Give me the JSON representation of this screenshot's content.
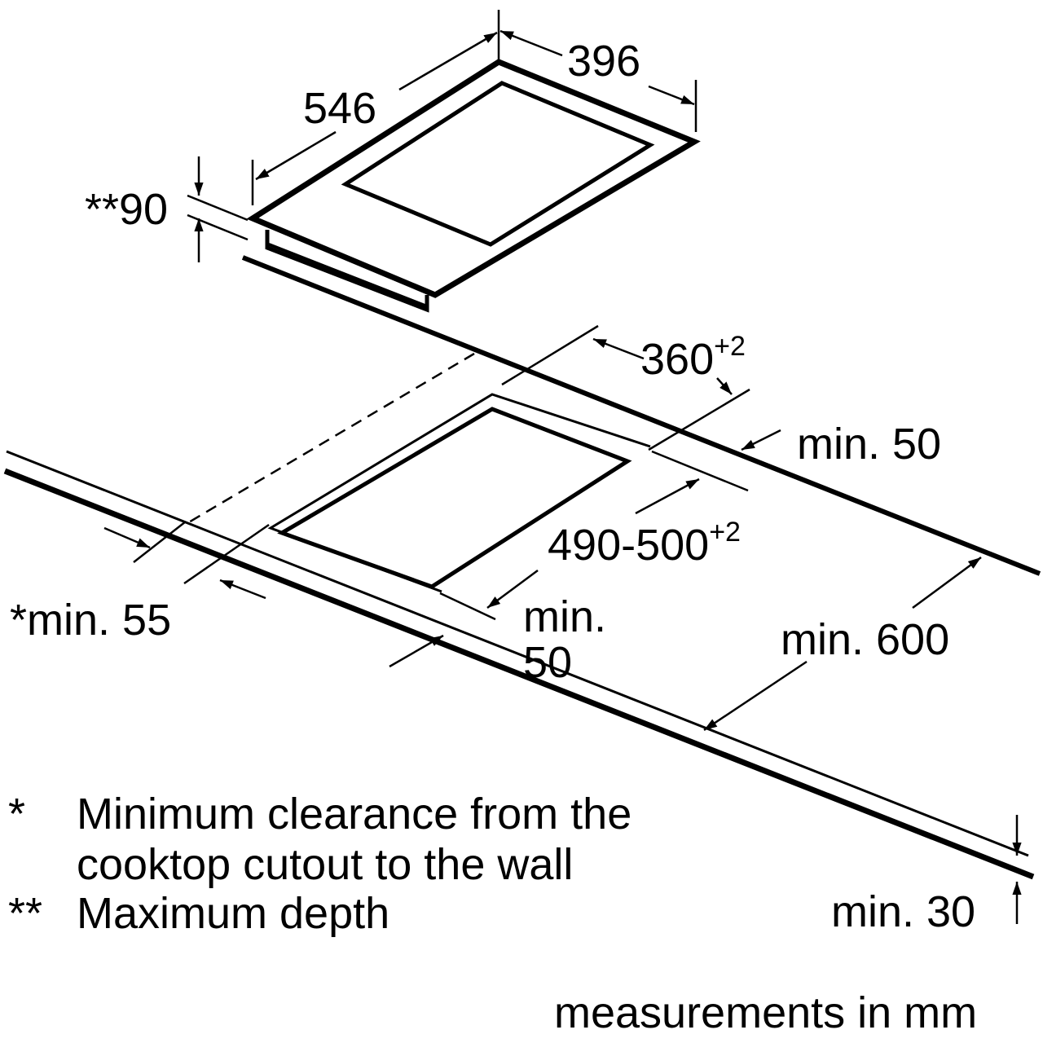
{
  "dimensions": {
    "width": "396",
    "length": "546",
    "depth": "**90",
    "cutout_width_base": "360",
    "cutout_width_tol": "+2",
    "cutout_length_base": "490-500",
    "cutout_length_tol": "+2",
    "min_back": "min. 50",
    "min_side": "*min. 55",
    "min_front_line1": "min.",
    "min_front_line2": "50",
    "min_depth_counter": "min. 600",
    "min_thickness": "min. 30"
  },
  "notes": [
    {
      "marker": "*",
      "line1": "Minimum clearance from the",
      "line2": "cooktop cutout to the wall"
    },
    {
      "marker": "**",
      "line1": "Maximum depth",
      "line2": ""
    }
  ],
  "footer": "measurements in mm",
  "colors": {
    "line": "#000000",
    "background": "#ffffff"
  }
}
